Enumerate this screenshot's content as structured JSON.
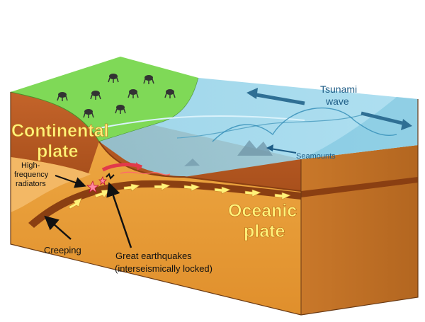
{
  "labels": {
    "continental_plate_line1": "Continental",
    "continental_plate_line2": "plate",
    "oceanic_plate_line1": "Oceanic",
    "oceanic_plate_line2": "plate",
    "tsunami_wave_line1": "Tsunami",
    "tsunami_wave_line2": "wave",
    "seamounts": "Seamounts",
    "high_frequency_line1": "High-",
    "high_frequency_line2": "frequency",
    "high_frequency_line3": "radiators",
    "creeping": "Creeping",
    "great_earthquakes_line1": "Great earthquakes",
    "great_earthquakes_line2": "(interseismically locked)"
  },
  "colors": {
    "land_green": "#7fd957",
    "continental_brown": "#b8581f",
    "crust_orange": "#e8a33e",
    "mantle_orange": "#f2b84f",
    "ocean_blue": "#8fd1ea",
    "ocean_top": "#b9e6f5",
    "arrow_blue": "#2f6f94",
    "flow_arrow": "#fff27a",
    "label_yellow": "#fff27a"
  },
  "icons": [
    "seismometer-icon",
    "double-arrow-icon",
    "flow-arrow-icon",
    "rupture-star-icon",
    "pointer-arrow-icon"
  ]
}
